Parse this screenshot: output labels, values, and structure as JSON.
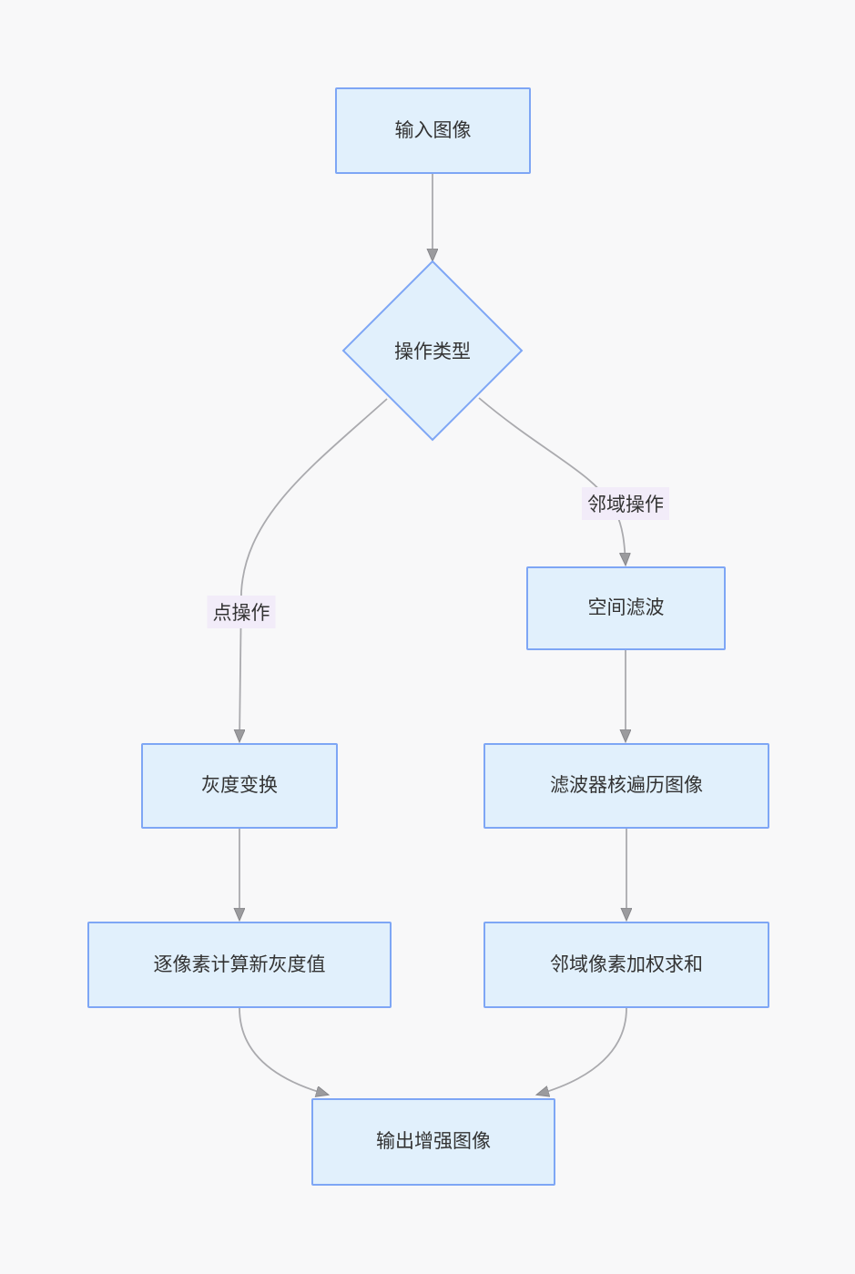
{
  "diagram": {
    "type": "flowchart",
    "direction": "top-down",
    "nodes": {
      "input": {
        "label": "输入图像",
        "shape": "rect"
      },
      "op_type": {
        "label": "操作类型",
        "shape": "diamond"
      },
      "spatial_filter": {
        "label": "空间滤波",
        "shape": "rect"
      },
      "gray_transform": {
        "label": "灰度变换",
        "shape": "rect"
      },
      "kernel_traverse": {
        "label": "滤波器核遍历图像",
        "shape": "rect"
      },
      "per_pixel": {
        "label": "逐像素计算新灰度值",
        "shape": "rect"
      },
      "weighted_sum": {
        "label": "邻域像素加权求和",
        "shape": "rect"
      },
      "output": {
        "label": "输出增强图像",
        "shape": "rect"
      }
    },
    "edge_labels": {
      "point_op": "点操作",
      "neighborhood_op": "邻域操作"
    },
    "edges": [
      {
        "from": "input",
        "to": "op_type",
        "label": ""
      },
      {
        "from": "op_type",
        "to": "gray_transform",
        "label": "点操作"
      },
      {
        "from": "op_type",
        "to": "spatial_filter",
        "label": "邻域操作"
      },
      {
        "from": "gray_transform",
        "to": "per_pixel",
        "label": ""
      },
      {
        "from": "spatial_filter",
        "to": "kernel_traverse",
        "label": ""
      },
      {
        "from": "kernel_traverse",
        "to": "weighted_sum",
        "label": ""
      },
      {
        "from": "per_pixel",
        "to": "output",
        "label": ""
      },
      {
        "from": "weighted_sum",
        "to": "output",
        "label": ""
      }
    ],
    "colors": {
      "background": "#f8f8f9",
      "node_fill": "#e1f0fc",
      "node_border": "#7ea6f5",
      "edge_line": "#aaaaae",
      "arrowhead_fill": "#9b9b9e",
      "edge_label_bg": "#f2ecf9",
      "text": "#333333"
    }
  }
}
